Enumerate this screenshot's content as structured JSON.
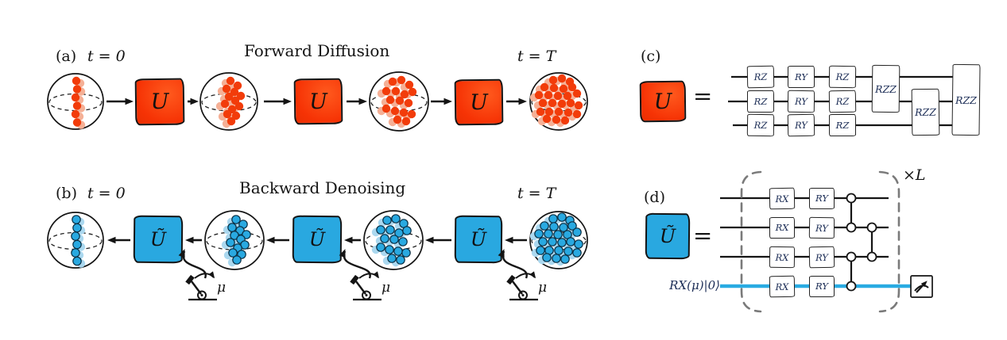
{
  "figure": {
    "panel_a": {
      "tag": "(a)",
      "t_start": "t = 0",
      "title": "Forward Diffusion",
      "t_end": "t = T",
      "gate_label": "U"
    },
    "panel_b": {
      "tag": "(b)",
      "t_start": "t = 0",
      "title": "Backward Denoising",
      "t_end": "t = T",
      "gate_label": "Ũ",
      "measurement_label": "μ"
    },
    "panel_c": {
      "tag": "(c)",
      "gate_label": "U",
      "equals": "=",
      "wire_count": 3,
      "single_qubit_columns": [
        "RZ",
        "RY",
        "RZ"
      ],
      "two_qubit_label": "RZZ",
      "two_qubit_pairs": [
        [
          0,
          1
        ],
        [
          1,
          2
        ],
        [
          0,
          2
        ]
      ]
    },
    "panel_d": {
      "tag": "(d)",
      "gate_label": "Ũ",
      "equals": "=",
      "wire_count": 4,
      "single_qubit_columns": [
        "RX",
        "RY"
      ],
      "connector_layers": [
        {
          "pairs": [
            [
              0,
              1
            ],
            [
              2,
              3
            ]
          ]
        },
        {
          "pairs": [
            [
              1,
              2
            ]
          ]
        }
      ],
      "ancilla_input_label": "RX(μ)|0⟩",
      "repeat_label": "×L",
      "measure_icon": "gauge-icon"
    }
  },
  "colors": {
    "hot": "#f63305",
    "hot_hi": "#ff5a1e",
    "hot_dk": "#e02b00",
    "hot_dot": "#f23c0a",
    "hot_dot_edge": "#38100",
    "hot_dot_shadow": "#f5b096",
    "cold": "#29a8e0",
    "cold_dot": "#29a9e1",
    "cold_dot_edge": "#0a2f44",
    "cold_dot_shadow": "#abd8ef",
    "ancilla_wire": "#29abe2",
    "wire": "#141414",
    "bracket": "#7a7a7a",
    "gate_text": "#1b2c55"
  },
  "sphere_dots": {
    "t0": [
      [
        1,
        -26
      ],
      [
        2,
        -15.5
      ],
      [
        0,
        -5
      ],
      [
        2,
        5.5
      ],
      [
        0,
        16
      ],
      [
        2,
        26.5
      ]
    ],
    "mid1": [
      [
        2,
        -26
      ],
      [
        11,
        -20
      ],
      [
        -3,
        -16
      ],
      [
        7,
        -12
      ],
      [
        15,
        -7
      ],
      [
        0,
        -6
      ],
      [
        8,
        -1
      ],
      [
        -5,
        3
      ],
      [
        13,
        6
      ],
      [
        4,
        10
      ],
      [
        -2,
        16
      ],
      [
        9,
        18
      ],
      [
        3,
        25
      ]
    ],
    "mid2": [
      [
        -8,
        -25
      ],
      [
        3,
        -27
      ],
      [
        13,
        -21
      ],
      [
        -16,
        -13
      ],
      [
        -4,
        -13
      ],
      [
        7,
        -9
      ],
      [
        17,
        -12
      ],
      [
        -11,
        -2
      ],
      [
        1,
        -1
      ],
      [
        12,
        2
      ],
      [
        -16,
        9
      ],
      [
        -5,
        12
      ],
      [
        6,
        14
      ],
      [
        16,
        16
      ],
      [
        -2,
        23
      ],
      [
        9,
        25
      ]
    ],
    "tT": [
      [
        -7,
        -27
      ],
      [
        4,
        -29
      ],
      [
        14,
        -25
      ],
      [
        -18,
        -18
      ],
      [
        -6,
        -17
      ],
      [
        6,
        -16
      ],
      [
        17,
        -18
      ],
      [
        -25,
        -8
      ],
      [
        -13,
        -8
      ],
      [
        -1,
        -7
      ],
      [
        11,
        -7
      ],
      [
        23,
        -10
      ],
      [
        -20,
        2
      ],
      [
        -8,
        2
      ],
      [
        4,
        3
      ],
      [
        15,
        2
      ],
      [
        25,
        5
      ],
      [
        -23,
        13
      ],
      [
        -12,
        13
      ],
      [
        0,
        13
      ],
      [
        12,
        14
      ],
      [
        23,
        16
      ],
      [
        -15,
        22
      ],
      [
        -3,
        23
      ],
      [
        8,
        24
      ]
    ],
    "shadow_offset_t0": [
      5,
      3
    ],
    "shadow_offset": [
      -6,
      3
    ]
  }
}
